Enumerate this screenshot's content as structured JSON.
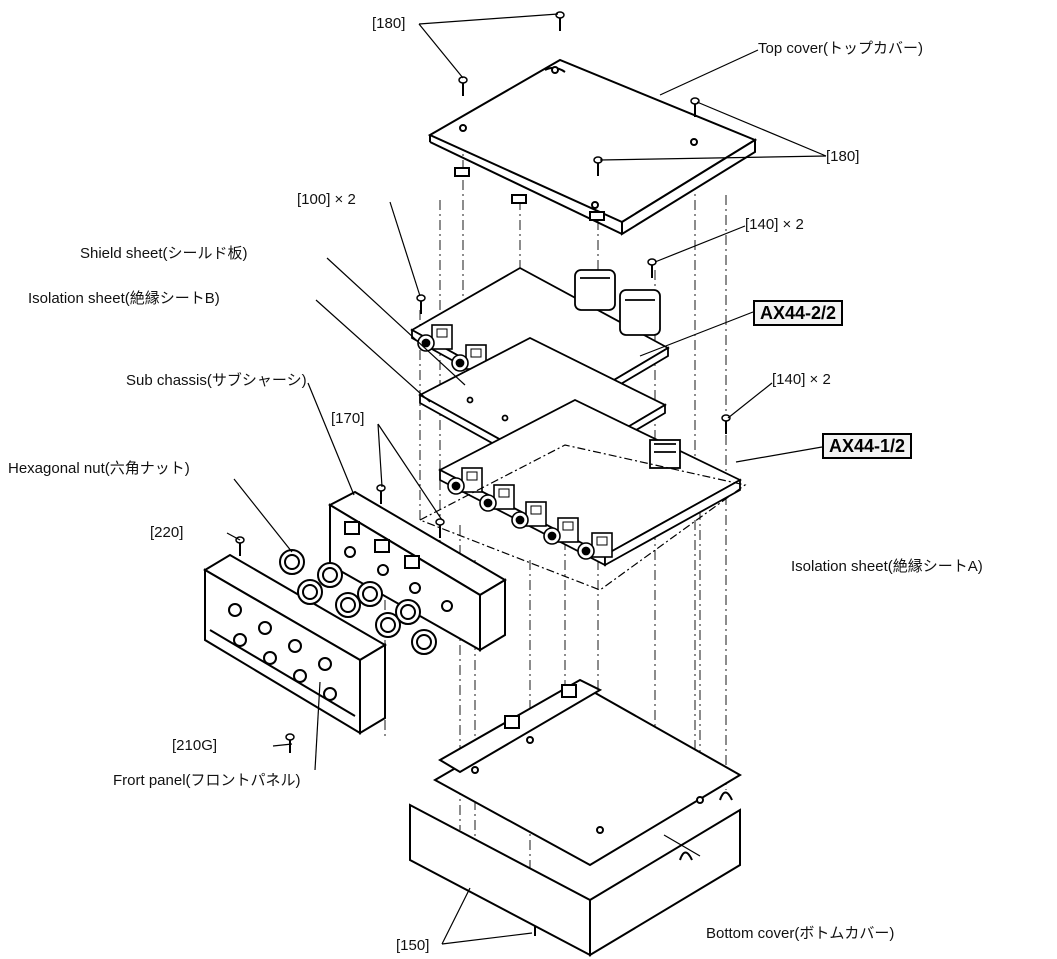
{
  "labels": {
    "top_screws": "[180]",
    "top_cover": "Top cover(トップカバー)",
    "right_screws": "[180]",
    "screw_100": "[100] × 2",
    "screw_140_upper": "[140] × 2",
    "shield_sheet": "Shield sheet(シールド板)",
    "isolation_b": "Isolation sheet(絶縁シートB)",
    "board_upper": "AX44-2/2",
    "screw_140_lower": "[140] × 2",
    "sub_chassis": "Sub chassis(サブシャーシ)",
    "screw_170": "[170]",
    "board_lower": "AX44-1/2",
    "hex_nut": "Hexagonal nut(六角ナット)",
    "screw_220": "[220]",
    "isolation_a": "Isolation sheet(絶縁シートA)",
    "screw_210g": "[210G]",
    "front_panel": "Frort panel(フロントパネル)",
    "bottom_cover": "Bottom cover(ボトムカバー)",
    "screw_150": "[150]"
  }
}
